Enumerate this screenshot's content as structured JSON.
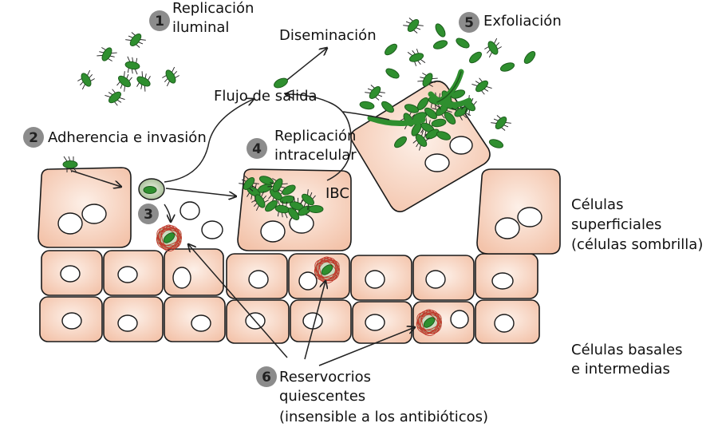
{
  "colors": {
    "cell_fill": "#f7d6c4",
    "cell_stroke": "#1a1a1a",
    "bacteria": "#2f8f2f",
    "bacteria_dark": "#1d5e1d",
    "reservoir_red": "#c0392b",
    "step_circle": "#8c8c8c"
  },
  "steps": [
    {
      "num": "1",
      "lines": [
        "Replicación",
        "iluminal"
      ]
    },
    {
      "num": "2",
      "lines": [
        "Adherencia e invasión"
      ]
    },
    {
      "num": "3",
      "lines": []
    },
    {
      "num": "4",
      "lines": [
        "Replicación",
        "intracelular"
      ]
    },
    {
      "num": "5",
      "lines": [
        "Exfoliación"
      ]
    },
    {
      "num": "6",
      "lines": [
        "Reservocrios",
        "quiescentes",
        "(insensible a los antibióticos)"
      ]
    }
  ],
  "labels": {
    "dissemination": "Diseminación",
    "outflow": "Flujo de salida",
    "ibc": "IBC"
  },
  "layers": {
    "superficial": [
      "Células",
      "superficiales",
      "(células sombrilla)"
    ],
    "basal": [
      "Células basales",
      "e intermedias"
    ]
  }
}
